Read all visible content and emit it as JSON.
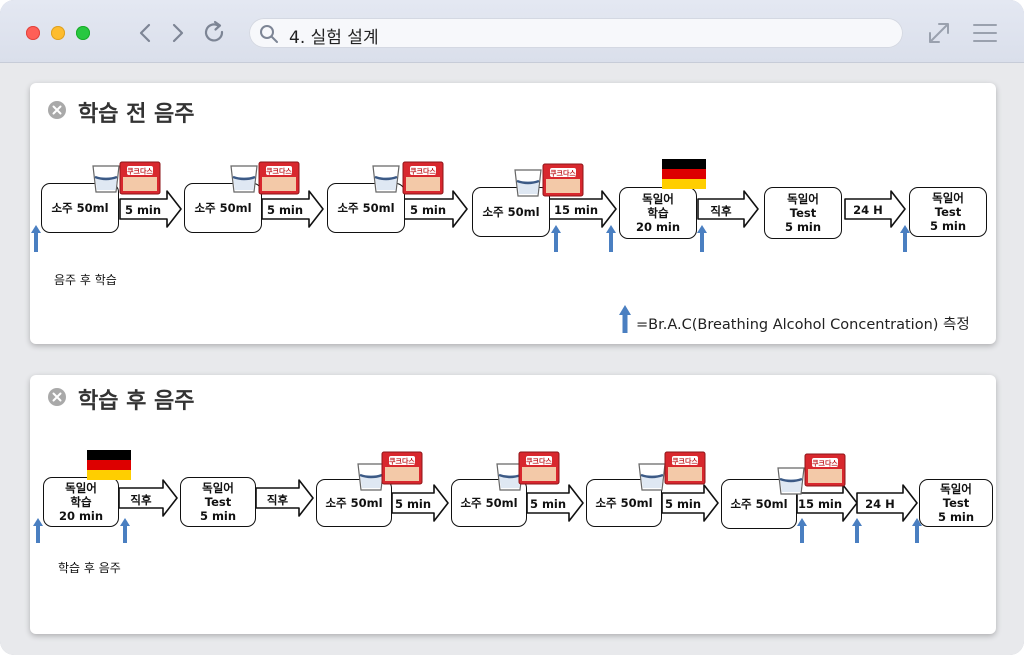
{
  "window": {
    "address": "4. 실험 설계"
  },
  "section1": {
    "title": "학습 전 음주",
    "boxes": {
      "b1": [
        "소주 50ml"
      ],
      "b2": [
        "소주 50ml"
      ],
      "b3": [
        "소주 50ml"
      ],
      "b4": [
        "소주 50ml"
      ],
      "b5": [
        "독일어",
        "학습",
        "20 min"
      ],
      "b6": [
        "독일어",
        "Test",
        "5 min"
      ],
      "b7": [
        "독일어",
        "Test",
        "5 min"
      ]
    },
    "arrows": [
      "5 min",
      "5 min",
      "5 min",
      "15 min",
      "직후",
      "24 H"
    ],
    "caption": "음주 후 학습",
    "legend": "=Br.A.C(Breathing Alcohol Concentration) 측정"
  },
  "section2": {
    "title": "학습 후 음주",
    "boxes": {
      "b1": [
        "독일어",
        "학습",
        "20 min"
      ],
      "b2": [
        "독일어",
        "Test",
        "5 min"
      ],
      "b3": [
        "소주 50ml"
      ],
      "b4": [
        "소주 50ml"
      ],
      "b5": [
        "소주 50ml"
      ],
      "b6": [
        "소주 50ml"
      ],
      "b7": [
        "독일어",
        "Test",
        "5 min"
      ]
    },
    "arrows": [
      "직후",
      "직후",
      "5 min",
      "5 min",
      "5 min",
      "15 min",
      "24 H"
    ],
    "caption": "학습 후 음주"
  },
  "snack_label": "쿠크다스",
  "colors": {
    "measure_arrow": "#4a7fc1",
    "flag_black": "#000000",
    "flag_red": "#dd0000",
    "flag_gold": "#ffce00",
    "snack_red": "#d8282e"
  },
  "icons": {
    "measure": "up-arrow-icon",
    "flag": "german-flag-icon",
    "drink": "soju-glass-icon",
    "snack": "couque-dasse-box-icon"
  }
}
